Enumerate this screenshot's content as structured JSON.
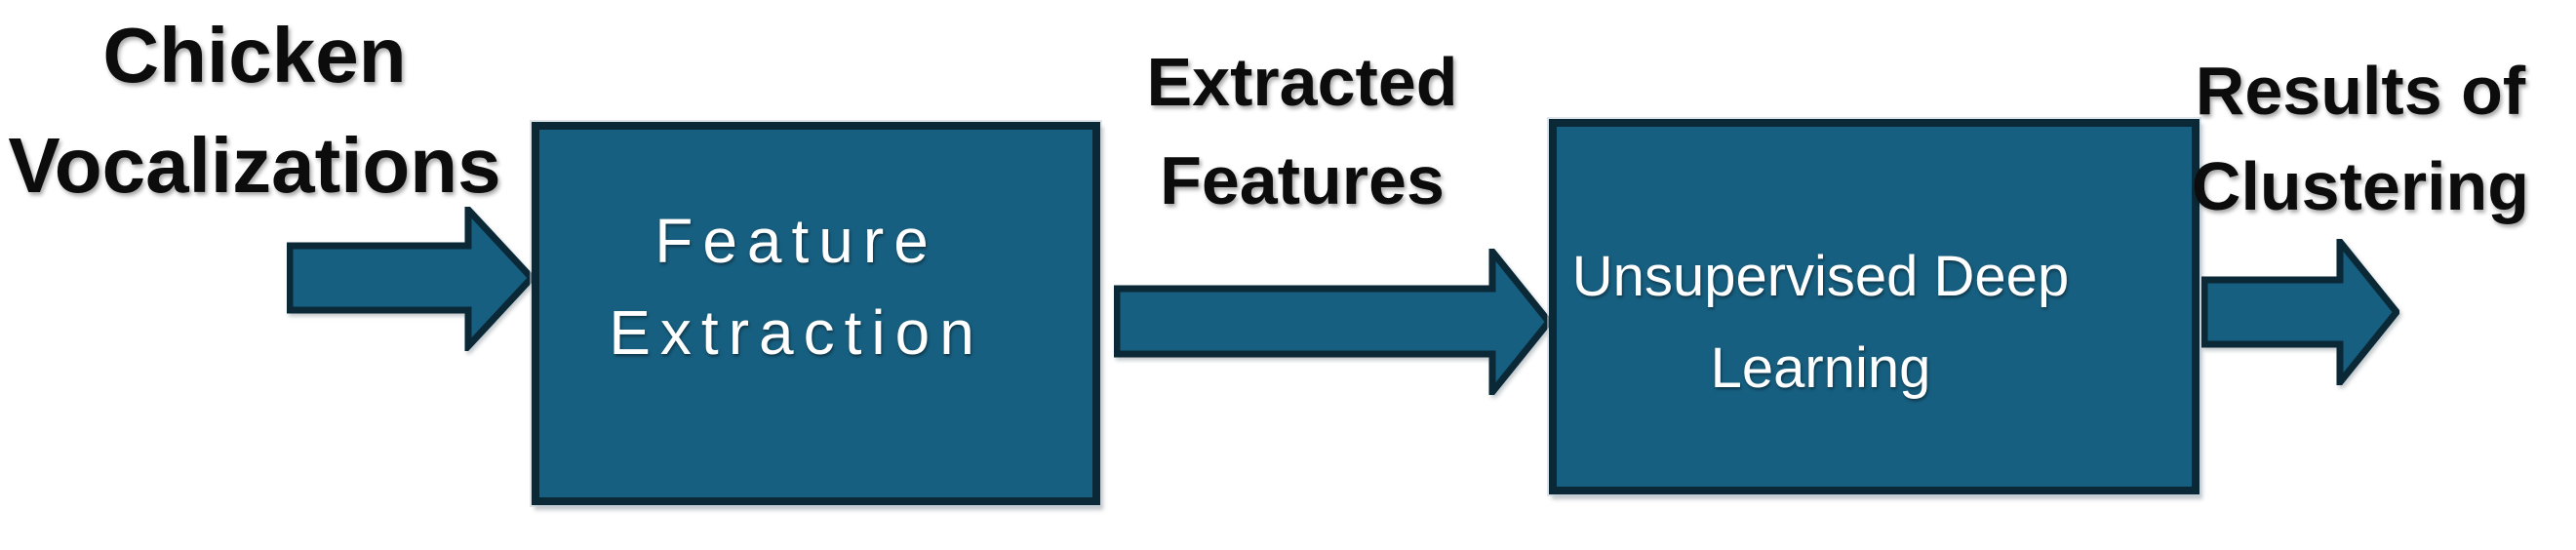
{
  "diagram": {
    "title_semantics": "chicken vocalization unsupervised clustering pipeline",
    "input_label": {
      "line1": "Chicken",
      "line2": "Vocalizations"
    },
    "step1_box": {
      "line1": "Feature",
      "line2": "Extraction"
    },
    "intermediate_label": {
      "line1": "Extracted",
      "line2": "Features"
    },
    "step2_box": {
      "line1": "Unsupervised Deep",
      "line2": "Learning"
    },
    "output_label": {
      "line1": "Results of",
      "line2": "Clustering"
    },
    "icons": {
      "arrow1": "right-arrow",
      "arrow2": "right-arrow",
      "arrow3": "right-arrow"
    },
    "colors": {
      "background": "#ffffff",
      "shape_fill": "#175f80",
      "shape_border": "#0b2836",
      "label_text": "#0c0c0c",
      "box_text": "#ffffff"
    }
  }
}
